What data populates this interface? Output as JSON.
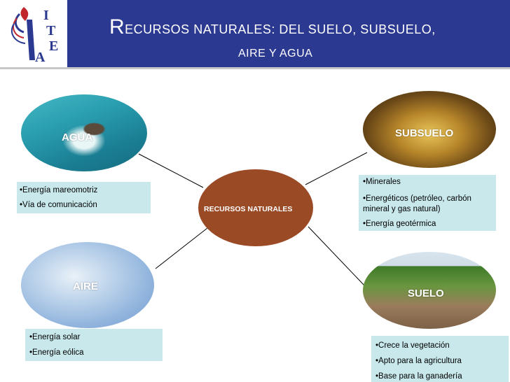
{
  "header": {
    "title_initial": "R",
    "title_line1": "ECURSOS NATURALES: DEL SUELO, SUBSUELO,",
    "title_line2": "AIRE Y AGUA",
    "logo_letters": [
      "I",
      "T",
      "E",
      "A"
    ],
    "colors": {
      "background": "#2b3990",
      "logo_accent": "#c0272d"
    }
  },
  "center": {
    "label": "RECURSOS NATURALES",
    "color": "#9b4a26"
  },
  "nodes": {
    "agua": {
      "label": "AGUA",
      "items": [
        "Energía mareomotriz",
        "Vía de comunicación"
      ]
    },
    "subsuelo": {
      "label": "SUBSUELO",
      "items": [
        "Minerales",
        "Energéticos (petróleo, carbón",
        "mineral y gas natural)",
        "Energía geotérmica"
      ]
    },
    "aire": {
      "label": "AIRE",
      "items": [
        "Energía solar",
        "Energía eólica"
      ]
    },
    "suelo": {
      "label": "SUELO",
      "items": [
        "Crece la vegetación",
        "Apto para la agricultura",
        "Base para la ganadería"
      ]
    }
  },
  "box_color": "#c8e8ec"
}
